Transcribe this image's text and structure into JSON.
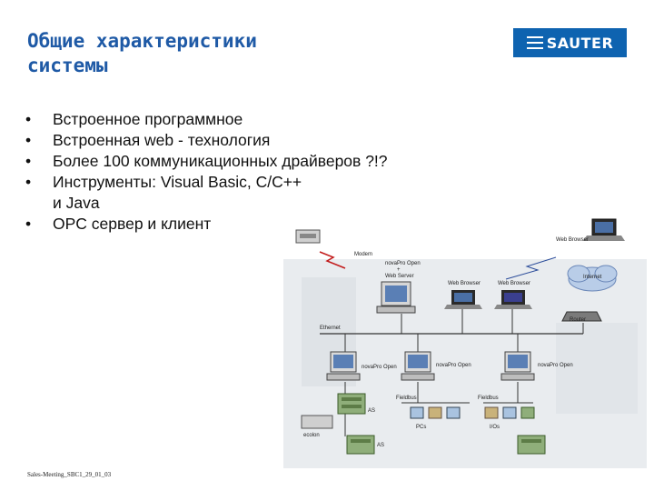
{
  "title": {
    "line1": "Общие характеристики",
    "line2": "системы"
  },
  "logo": {
    "text": "SAUTER",
    "color": "#0e63b0"
  },
  "bullets": [
    {
      "text": "Встроенное программное"
    },
    {
      "text": "Встроенная web - технология"
    },
    {
      "text": "Более 100 коммуникационных драйверов ?!?"
    },
    {
      "text": "Инструменты: Visual Basic, C/C++",
      "text2": "и Java"
    },
    {
      "text": "OPC сервер и клиент"
    }
  ],
  "diagram": {
    "labels": {
      "modem": "Modem",
      "nova_opc_server": "novaPro Open",
      "plus": "+",
      "web_server": "Web Server",
      "web_browser_top": "Web Browser",
      "web_browser_1": "Web Browser",
      "web_browser_2": "Web Browser",
      "internet": "Internet",
      "router": "Router",
      "ethernet": "Ethernet",
      "nova_open_1": "novaPro Open",
      "nova_open_2": "novaPro Open",
      "nova_open_3": "novaPro Open",
      "fieldbus_1": "Fieldbus",
      "fieldbus_2": "Fieldbus",
      "as_1": "AS",
      "as_2": "AS",
      "ecolon": "ecolon",
      "pcs": "PCs",
      "ios": "I/Os"
    }
  },
  "footer": "Sales-Meeting_SBC1_29_01_03"
}
